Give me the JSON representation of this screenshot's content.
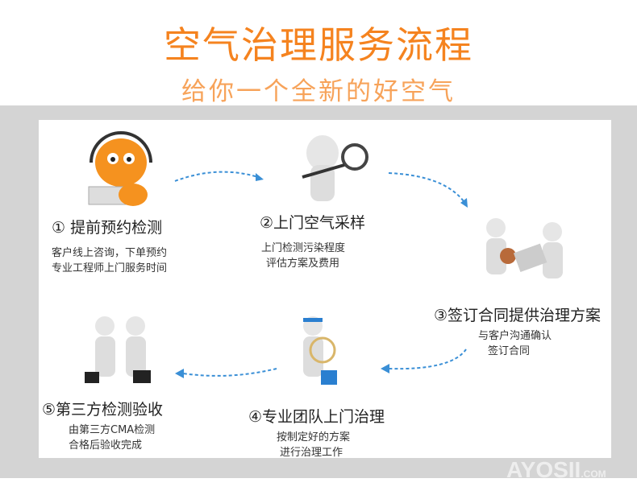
{
  "header": {
    "title": "空气治理服务流程",
    "subtitle": "给你一个全新的好空气"
  },
  "steps": [
    {
      "title": "① 提前预约检测",
      "lines": [
        "客户线上咨询，下单预约",
        "专业工程师上门服务时间"
      ]
    },
    {
      "title": "②上门空气采样",
      "lines": [
        "上门检测污染程度",
        "评估方案及费用"
      ]
    },
    {
      "title": "③签订合同提供治理方案",
      "lines": [
        "与客户沟通确认",
        "签订合同"
      ]
    },
    {
      "title": "④专业团队上门治理",
      "lines": [
        "按制定好的方案",
        "进行治理工作"
      ]
    },
    {
      "title": "⑤第三方检测验收",
      "lines": [
        "由第三方CMA检测",
        "合格后验收完成"
      ]
    }
  ],
  "watermark": {
    "brand": "AYOSII",
    "suffix": ".COM"
  },
  "colors": {
    "accent": "#f5831f",
    "arrow": "#3a8fd6"
  }
}
